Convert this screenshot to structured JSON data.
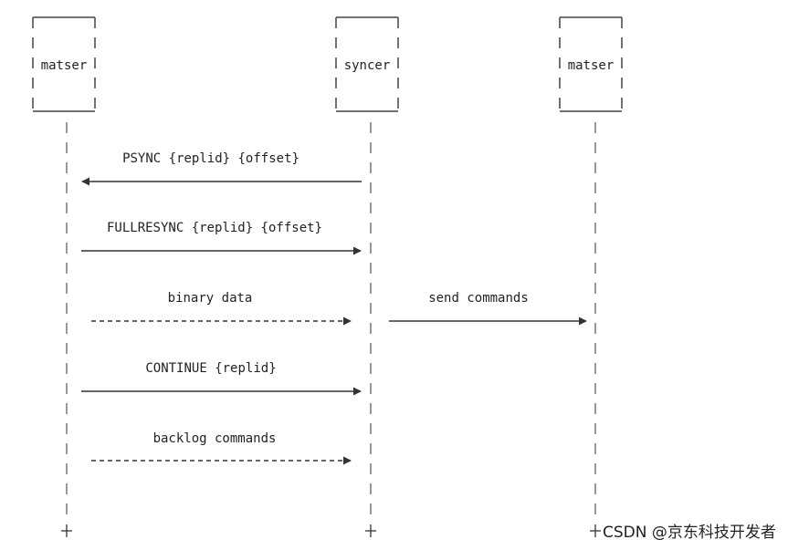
{
  "participants": [
    {
      "id": "p1",
      "label": "matser"
    },
    {
      "id": "p2",
      "label": "syncer"
    },
    {
      "id": "p3",
      "label": "matser"
    }
  ],
  "messages": [
    {
      "label": "PSYNC {replid} {offset}",
      "from": "p2",
      "to": "p1",
      "style": "solid"
    },
    {
      "label": "FULLRESYNC {replid} {offset}",
      "from": "p1",
      "to": "p2",
      "style": "solid"
    },
    {
      "label": "binary data",
      "from": "p1",
      "to": "p2",
      "style": "dashed"
    },
    {
      "label": "send commands",
      "from": "p2",
      "to": "p3",
      "style": "solid"
    },
    {
      "label": "CONTINUE {replid}",
      "from": "p1",
      "to": "p2",
      "style": "solid"
    },
    {
      "label": "backlog commands",
      "from": "p1",
      "to": "p2",
      "style": "dashed"
    }
  ],
  "watermark": "CSDN @京东科技开发者"
}
